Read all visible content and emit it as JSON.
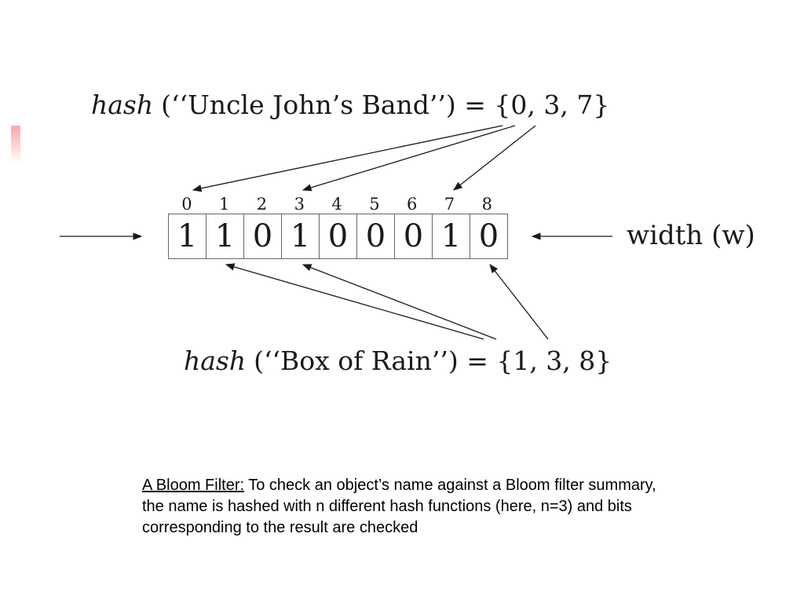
{
  "diagram": {
    "top_hash": {
      "fn": "hash",
      "expr": "(‘‘Uncle John’s Band’’) = {0, 3, 7}"
    },
    "bottom_hash": {
      "fn": "hash",
      "expr": "(‘‘Box of Rain’’) = {1, 3, 8}"
    },
    "width_label": "width (w)",
    "indices": [
      "0",
      "1",
      "2",
      "3",
      "4",
      "5",
      "6",
      "7",
      "8"
    ],
    "bits": [
      "1",
      "1",
      "0",
      "1",
      "0",
      "0",
      "0",
      "1",
      "0"
    ]
  },
  "caption": {
    "title": "A Bloom Filter:",
    "text": " To check an object’s name against a Bloom filter summary, the name is hashed with n different hash functions (here, n=3) and bits corresponding to the result are checked"
  }
}
